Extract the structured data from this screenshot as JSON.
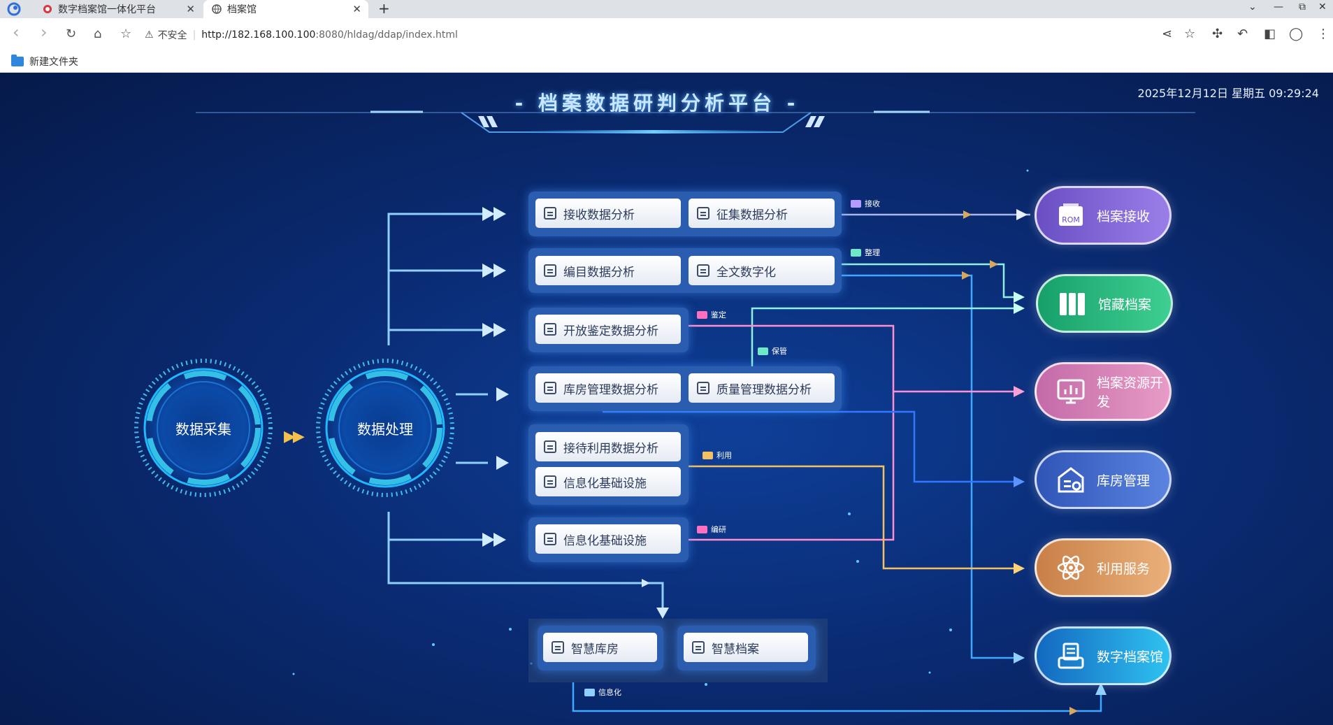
{
  "browser": {
    "tabs": [
      {
        "title": "数字档案馆一体化平台",
        "close": "✕"
      },
      {
        "title": "档案馆",
        "close": "✕"
      }
    ],
    "new_tab": "+",
    "window_controls": {
      "dropdown": "⌄",
      "minimize": "—",
      "restore": "⧉",
      "close": "✕"
    },
    "security_label": "不安全",
    "url_host": "http://182.168.100.100",
    "url_rest": ":8080/hldag/ddap/index.html",
    "bookmark": "新建文件夹",
    "nav_glyphs": {
      "back": "‹",
      "forward": "›",
      "reload": "↻",
      "home": "⌂",
      "star": "☆",
      "warning": "⚠"
    },
    "toolbar_glyphs": {
      "share": "⋖",
      "star": "☆",
      "extensions": "✣",
      "undo": "↶",
      "sidebar": "◧",
      "profile": "◯",
      "menu": "⋮"
    }
  },
  "dashboard": {
    "title": "- 档案数据研判分析平台 -",
    "datetime": "2025年12月12日 星期五 09:29:24",
    "rings": {
      "collect": "数据采集",
      "process": "数据处理"
    },
    "chevrons": "▶▶",
    "cards": {
      "receive": "接收数据分析",
      "collect": "征集数据分析",
      "catalog": "编目数据分析",
      "fulltext": "全文数字化",
      "open_appraisal": "开放鉴定数据分析",
      "storage_mgmt": "库房管理数据分析",
      "quality": "质量管理数据分析",
      "reception": "接待利用数据分析",
      "infra_1": "信息化基础设施",
      "infra_2": "信息化基础设施",
      "smart_storage": "智慧库房",
      "smart_archive": "智慧档案"
    },
    "tags": {
      "receive": "接收",
      "arrange": "整理",
      "appraise": "鉴定",
      "custody": "保管",
      "use": "利用",
      "research": "编研",
      "informatization": "信息化"
    },
    "pills": {
      "receive": "档案接收",
      "collection": "馆藏档案",
      "resource_dev": "档案资源开发",
      "storage": "库房管理",
      "service": "利用服务",
      "digital": "数字档案馆"
    },
    "colors": {
      "arrow": "#8fd0ff",
      "receive_line": "#a8b7e8",
      "arrange_line": "#8ff0e0",
      "appraise_line": "#ff8fcf",
      "storage_line": "#2f78ff",
      "use_line": "#f4c060",
      "digital_line": "#3fa8ff",
      "pill_receive": "#7b5fd0",
      "pill_collection": "#1faa72",
      "pill_resource": "#d27fb0",
      "pill_storage": "#3b67c8",
      "pill_service": "#d9955a",
      "pill_digital": "#1a8fd8"
    }
  }
}
